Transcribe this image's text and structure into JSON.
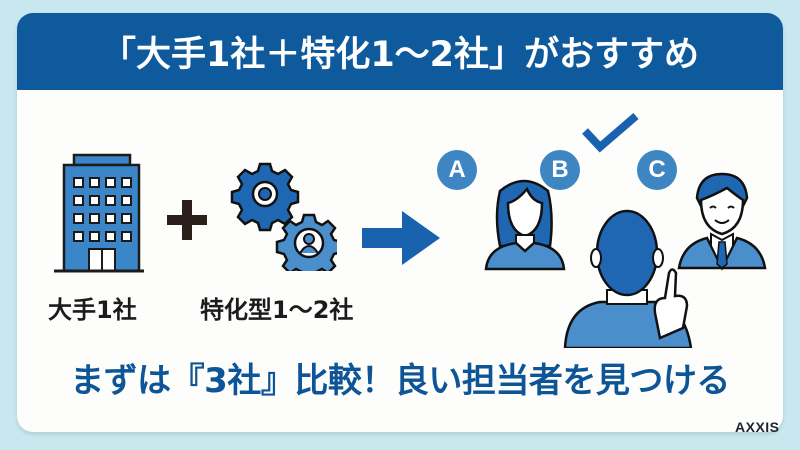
{
  "header": {
    "title": "「大手1社＋特化1〜2社」がおすすめ"
  },
  "diagram": {
    "left_item": {
      "icon": "office-building-icon",
      "label": "大手1社"
    },
    "operator": {
      "icon": "plus-icon",
      "symbol": "+"
    },
    "right_item": {
      "icon": "gears-person-icon",
      "label": "特化型1〜2社"
    },
    "arrow": {
      "icon": "arrow-right-icon"
    },
    "candidates": [
      {
        "badge": "A",
        "icon": "woman-avatar-icon"
      },
      {
        "badge": "B",
        "icon": "checkmark-icon"
      },
      {
        "badge": "C",
        "icon": "man-suit-avatar-icon"
      }
    ],
    "selector": {
      "icon": "person-pointing-icon"
    }
  },
  "footer": {
    "message": "まずは『3社』比較！良い担当者を見つける"
  },
  "brand": {
    "logo": "AXXIS"
  },
  "colors": {
    "background": "#c6e8ee",
    "header": "#0e5a9c",
    "accent_blue": "#1565b0",
    "light_blue": "#3e86c2",
    "text_dark": "#1b1b1b",
    "message_blue": "#0e5598"
  }
}
